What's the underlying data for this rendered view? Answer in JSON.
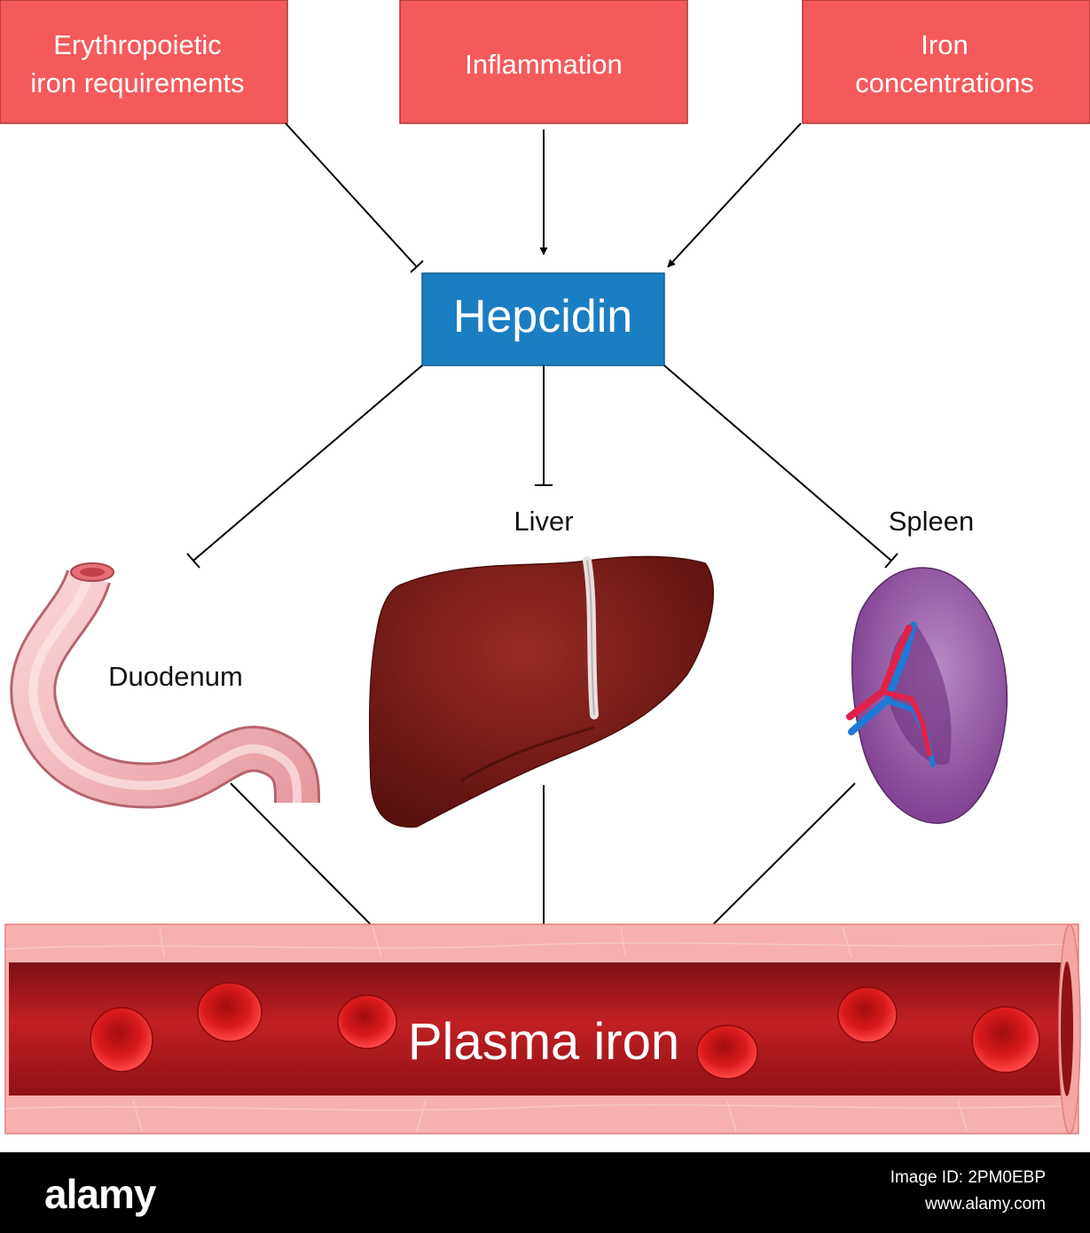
{
  "colors": {
    "factor_box": "#f45a5c",
    "hepcidin_box": "#1b7ec2",
    "vessel_wall": "#f7b0ad",
    "vessel_lumen": "#b3181c",
    "red_cell": "#d91a1d",
    "liver": "#7a1a16",
    "spleen": "#9a5aa8",
    "duodenum": "#f5c3c6"
  },
  "factors": {
    "erythropoietic": [
      "Erythropoietic",
      "iron requirements"
    ],
    "inflammation": "Inflammation",
    "iron": [
      "Iron",
      "concentrations"
    ]
  },
  "hepcidin": "Hepcidin",
  "organs": {
    "liver": "Liver",
    "spleen": "Spleen",
    "duodenum": "Duodenum"
  },
  "plasma_iron": "Plasma iron",
  "edges": [
    {
      "from": "Erythropoietic iron requirements",
      "to": "Hepcidin",
      "type": "inhibits"
    },
    {
      "from": "Inflammation",
      "to": "Hepcidin",
      "type": "activates"
    },
    {
      "from": "Iron concentrations",
      "to": "Hepcidin",
      "type": "activates"
    },
    {
      "from": "Hepcidin",
      "to": "Duodenum",
      "type": "inhibits"
    },
    {
      "from": "Hepcidin",
      "to": "Liver",
      "type": "inhibits"
    },
    {
      "from": "Hepcidin",
      "to": "Spleen",
      "type": "inhibits"
    },
    {
      "from": "Duodenum",
      "to": "Plasma iron",
      "type": "activates"
    },
    {
      "from": "Liver",
      "to": "Plasma iron",
      "type": "activates"
    },
    {
      "from": "Spleen",
      "to": "Plasma iron",
      "type": "activates"
    }
  ],
  "footer": {
    "logo": "alamy",
    "image_id": "Image ID: 2PM0EBP",
    "site": "www.alamy.com"
  }
}
